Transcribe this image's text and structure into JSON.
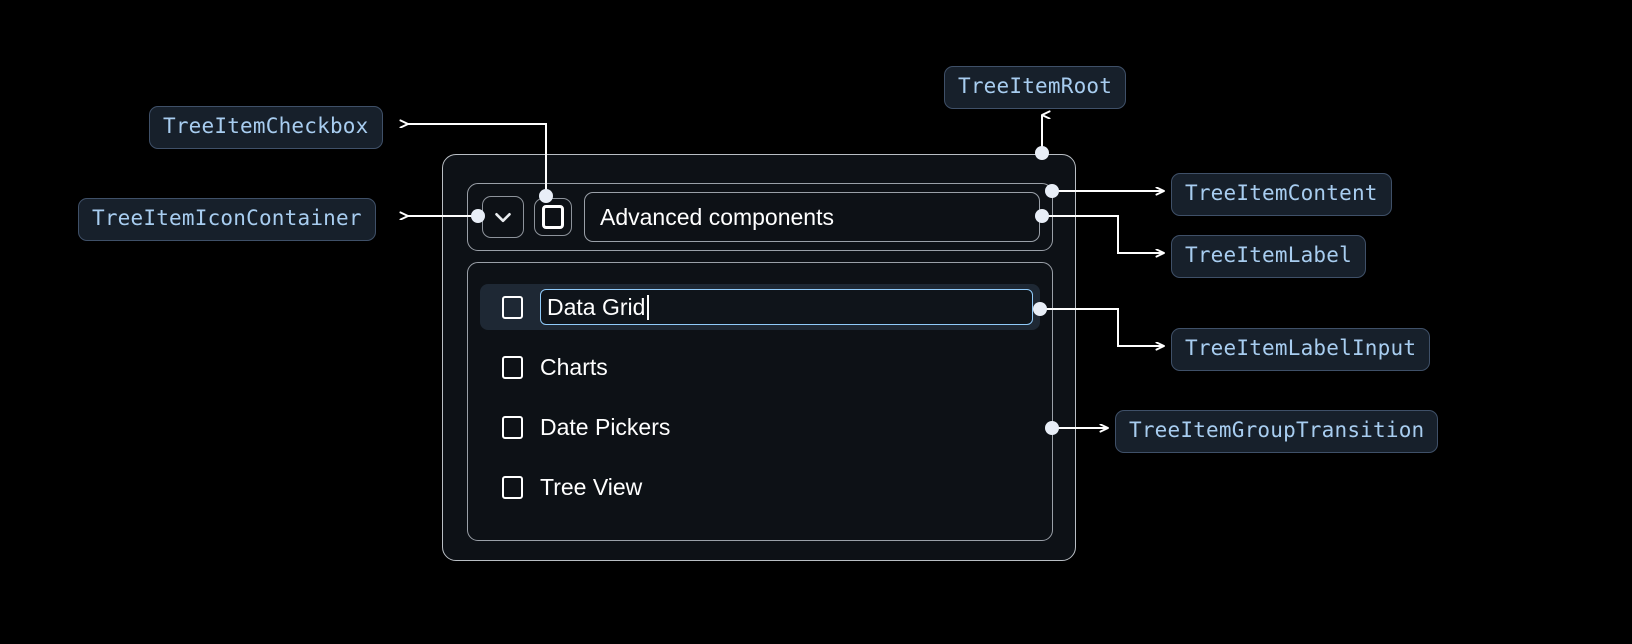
{
  "background": "#000000",
  "annotations": {
    "accent_text": "#a8cdf0",
    "pill_bg": "#17202b",
    "pill_border": "#3f5068",
    "labels": [
      {
        "id": "tree-item-checkbox",
        "text": "TreeItemCheckbox"
      },
      {
        "id": "tree-item-icon-container",
        "text": "TreeItemIconContainer"
      },
      {
        "id": "tree-item-root",
        "text": "TreeItemRoot"
      },
      {
        "id": "tree-item-content",
        "text": "TreeItemContent"
      },
      {
        "id": "tree-item-label",
        "text": "TreeItemLabel"
      },
      {
        "id": "tree-item-label-input",
        "text": "TreeItemLabelInput"
      },
      {
        "id": "tree-item-group-transition",
        "text": "TreeItemGroupTransition"
      }
    ]
  },
  "tree": {
    "header": {
      "expand_icon": "chevron-down-icon",
      "checkbox_checked": false,
      "label": "Advanced components"
    },
    "items": [
      {
        "label": "Data Grid",
        "editing": true,
        "selected": true,
        "checked": false
      },
      {
        "label": "Charts",
        "editing": false,
        "selected": false,
        "checked": false
      },
      {
        "label": "Date Pickers",
        "editing": false,
        "selected": false,
        "checked": false
      },
      {
        "label": "Tree View",
        "editing": false,
        "selected": false,
        "checked": false
      }
    ],
    "colors": {
      "root_bg": "#0d1116",
      "root_border": "#b9bec4",
      "selected_row_bg": "#1e2834",
      "input_border": "#90caf9",
      "text": "#ffffff"
    }
  }
}
